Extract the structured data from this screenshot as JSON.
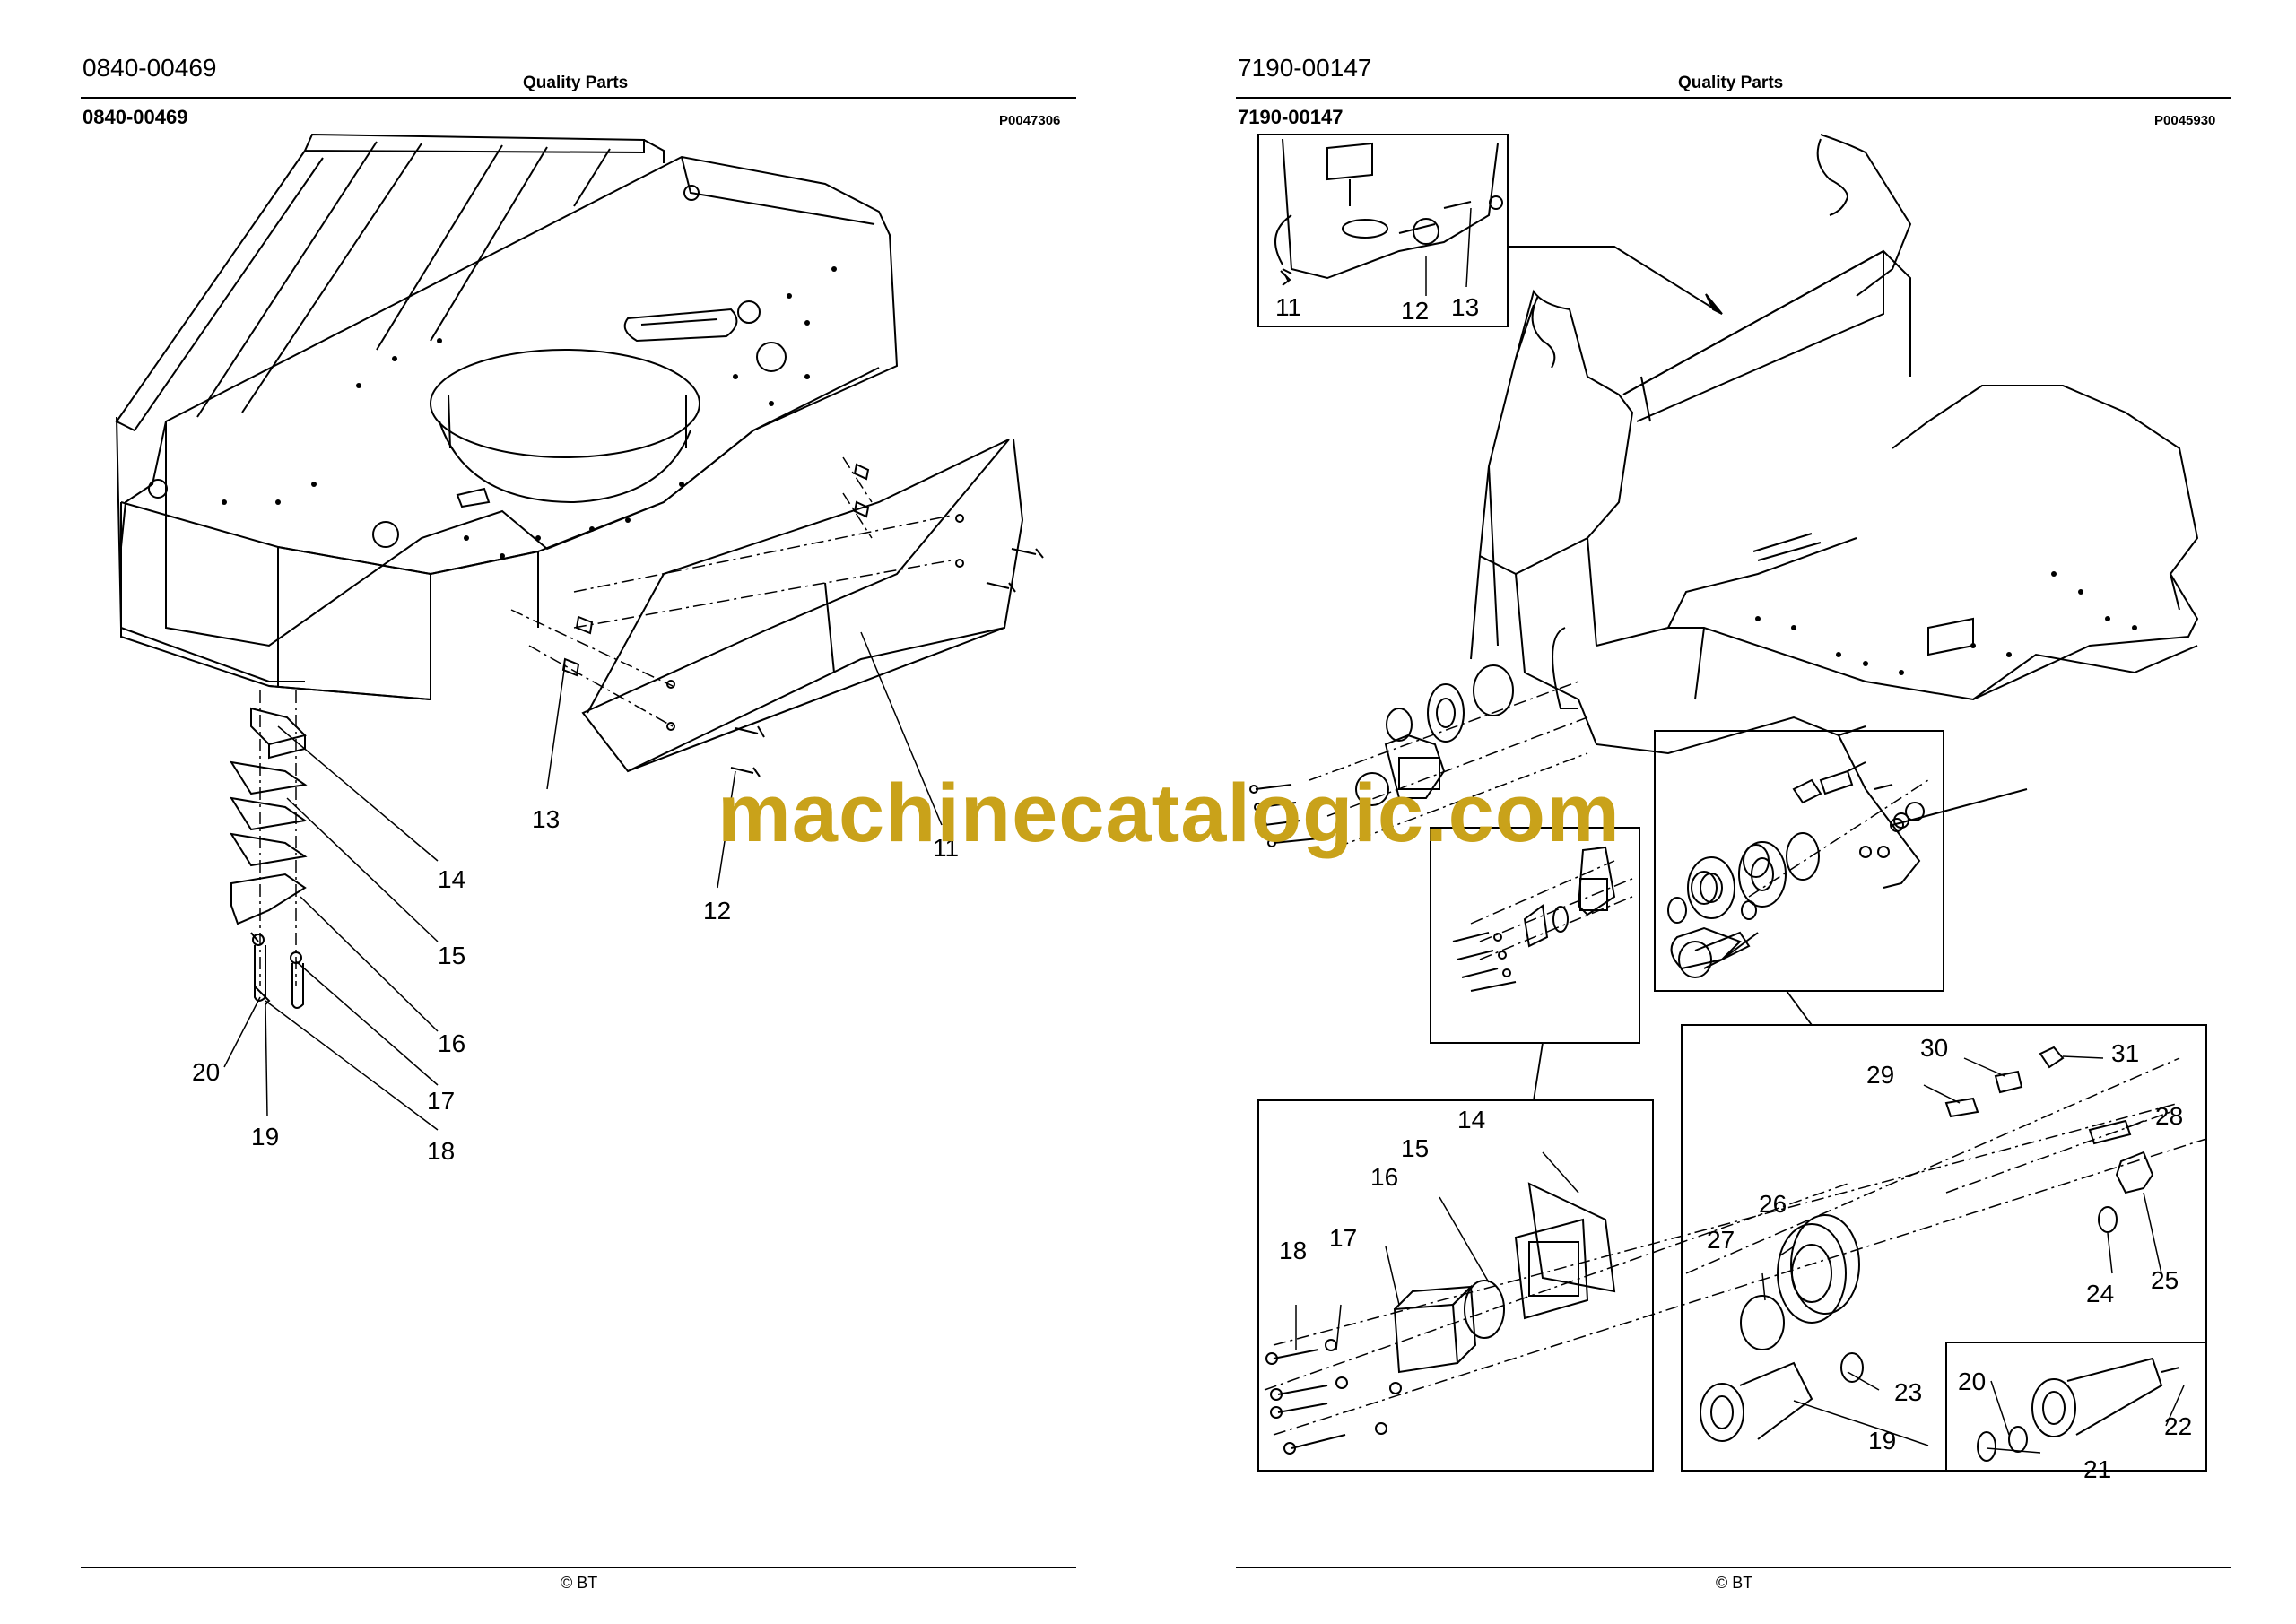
{
  "left_page": {
    "page_number": "0840-00469",
    "title": "Quality Parts",
    "part_code": "0840-00469",
    "figure_ref": "P0047306",
    "callouts": [
      "11",
      "12",
      "13",
      "14",
      "15",
      "16",
      "17",
      "18",
      "19",
      "20"
    ],
    "footer": "© BT"
  },
  "right_page": {
    "page_number": "7190-00147",
    "title": "Quality Parts",
    "part_code": "7190-00147",
    "figure_ref": "P0045930",
    "callouts": [
      "11",
      "12",
      "13",
      "14",
      "15",
      "16",
      "17",
      "18",
      "19",
      "20",
      "21",
      "22",
      "23",
      "24",
      "25",
      "26",
      "27",
      "28",
      "29",
      "30",
      "31"
    ],
    "footer": "© BT"
  },
  "watermark": "machinecatalogic.com",
  "colors": {
    "ink": "#000000",
    "watermark": "#c9a21a",
    "paper": "#ffffff"
  }
}
